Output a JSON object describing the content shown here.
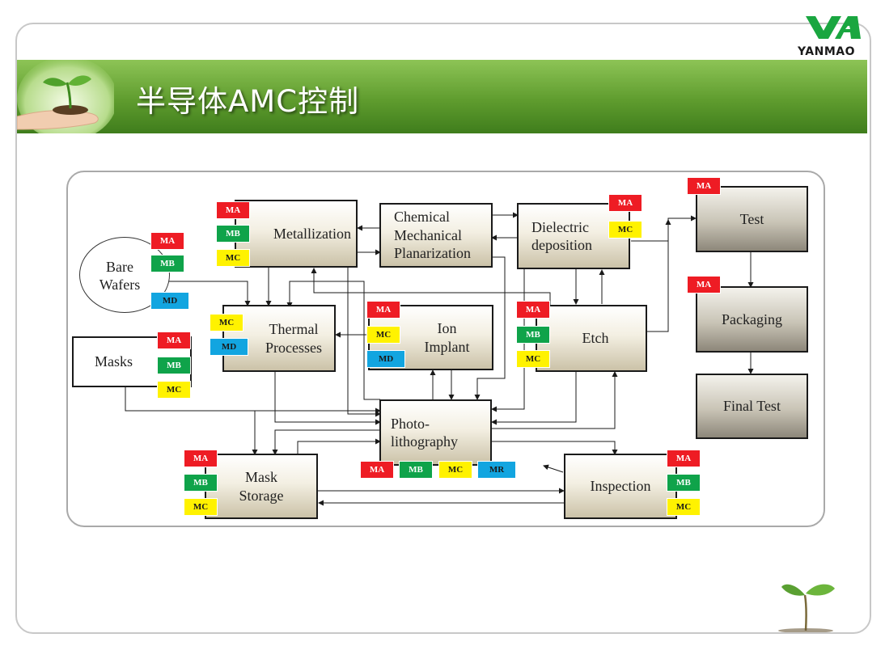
{
  "slide": {
    "title": "半导体AMC控制",
    "logo_text": "YANMAO",
    "colors": {
      "banner_green": "#5f9c2e",
      "logo_green": "#1aa640",
      "MA": "#ee1c24",
      "MB": "#0fa34a",
      "MC": "#fff200",
      "MD": "#12a5e0"
    }
  },
  "diagram": {
    "nodes": [
      {
        "id": "bare_wafers",
        "label": "Bare\nWafers",
        "tags": [
          "MA",
          "MB",
          "MD"
        ]
      },
      {
        "id": "masks",
        "label": "Masks",
        "tags": [
          "MA",
          "MB",
          "MC"
        ]
      },
      {
        "id": "metallization",
        "label": "Metallization",
        "tags": [
          "MA",
          "MB",
          "MC"
        ]
      },
      {
        "id": "cmp",
        "label": "Chemical\nMechanical\nPlanarization",
        "tags": []
      },
      {
        "id": "dielectric",
        "label": "Dielectric\ndeposition",
        "tags": [
          "MA",
          "MC"
        ]
      },
      {
        "id": "thermal",
        "label": "Thermal\nProcesses",
        "tags": [
          "MC",
          "MD"
        ]
      },
      {
        "id": "ion",
        "label": "Ion\nImplant",
        "tags": [
          "MA",
          "MC",
          "MD"
        ]
      },
      {
        "id": "etch",
        "label": "Etch",
        "tags": [
          "MA",
          "MB",
          "MC"
        ]
      },
      {
        "id": "photo",
        "label": "Photo-\nlithography",
        "tags": [
          "MA",
          "MB",
          "MC",
          "MR"
        ]
      },
      {
        "id": "mask_storage",
        "label": "Mask\nStorage",
        "tags": [
          "MA",
          "MB",
          "MC"
        ]
      },
      {
        "id": "inspection",
        "label": "Inspection",
        "tags": [
          "MA",
          "MB",
          "MC"
        ]
      },
      {
        "id": "test",
        "label": "Test",
        "tags": [
          "MA"
        ]
      },
      {
        "id": "packaging",
        "label": "Packaging",
        "tags": [
          "MA"
        ]
      },
      {
        "id": "final_test",
        "label": "Final Test",
        "tags": []
      }
    ]
  }
}
